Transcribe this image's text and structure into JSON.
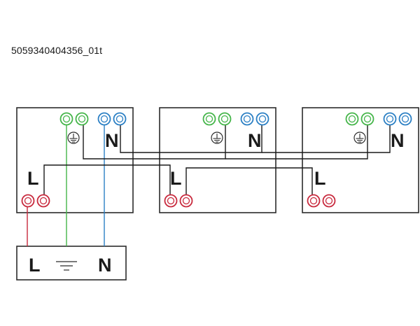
{
  "doc_id": "5059340404356_01t",
  "terminal_labels": {
    "live": "L",
    "neutral": "N"
  },
  "wire_colors": {
    "frame": "#2b2b2b",
    "earth": "#44b549",
    "neutral": "#2a7fc4",
    "live": "#c8283c",
    "link": "#1a1a1a"
  },
  "icons": {
    "earth_terminal": "earth-ground-symbol",
    "supply_earth": "earth-ground-symbol"
  }
}
